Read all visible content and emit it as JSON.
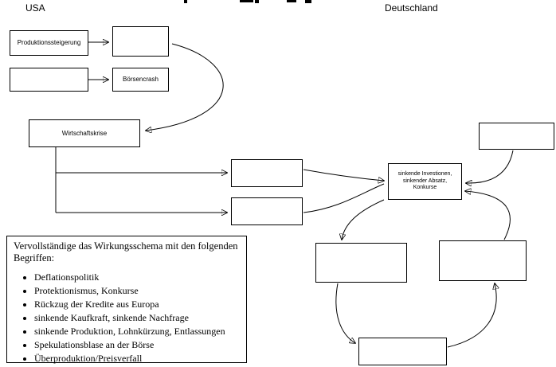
{
  "labels": {
    "usa": "USA",
    "germany": "Deutschland"
  },
  "boxes": {
    "produktionssteigerung": "Produktionssteigerung",
    "boersencrash": "Börsencrash",
    "wirtschaftskrise": "Wirtschaftskrise",
    "sinkende_investionen": "sinkende Investionen,\nsinkender Absatz,\nKonkurse"
  },
  "instructions": {
    "title": "Vervollständige das Wirkungsschema mit den folgenden Begriffen:",
    "items": [
      "Deflationspolitik",
      "Protektionismus, Konkurse",
      "Rückzug der Kredite aus Europa",
      "sinkende Kaufkraft, sinkende Nachfrage",
      "sinkende Produktion, Lohnkürzung, Entlassungen",
      "Spekulationsblase an der Börse",
      "Überproduktion/Preisverfall"
    ]
  }
}
